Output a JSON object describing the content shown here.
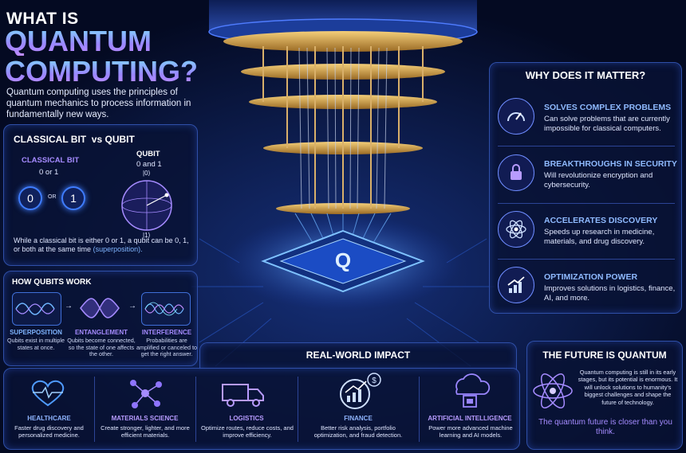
{
  "header": {
    "line1": "WHAT IS",
    "line2": "QUANTUM",
    "line3": "COMPUTING?",
    "intro": "Quantum computing uses the principles of quantum mechanics to process information in fundamentally new ways."
  },
  "compare": {
    "title_a": "CLASSICAL BIT",
    "title_vs": "vs QUBIT",
    "classical_label": "CLASSICAL BIT",
    "classical_values": "0 or 1",
    "bit_zero": "0",
    "bit_or": "OR",
    "bit_one": "1",
    "qubit_label": "QUBIT",
    "qubit_values": "0 and 1",
    "ket0": "|0⟩",
    "ket1": "|1⟩",
    "body": "While a classical bit is either 0 or 1, a qubit can be 0, 1, or both at the same time",
    "body_highlight": "(superposition)."
  },
  "how": {
    "title": "HOW QUBITS WORK",
    "items": [
      {
        "title": "SUPERPOSITION",
        "desc": "Qubits exist in multiple states at once."
      },
      {
        "title": "ENTANGLEMENT",
        "desc": "Qubits become connected, so the state of one affects the other."
      },
      {
        "title": "INTERFERENCE",
        "desc": "Probabilities are amplified or canceled to get the right answer."
      }
    ]
  },
  "why": {
    "title": "WHY DOES IT MATTER?",
    "items": [
      {
        "title": "SOLVES COMPLEX PROBLEMS",
        "desc": "Can solve problems that are currently impossible for classical computers.",
        "icon": "speedometer-icon"
      },
      {
        "title": "BREAKTHROUGHS IN SECURITY",
        "desc": "Will revolutionize encryption and cybersecurity.",
        "icon": "lock-icon"
      },
      {
        "title": "ACCELERATES DISCOVERY",
        "desc": "Speeds up research in medicine, materials, and drug discovery.",
        "icon": "atom-icon"
      },
      {
        "title": "OPTIMIZATION POWER",
        "desc": "Improves solutions in logistics, finance, AI, and more.",
        "icon": "growth-chart-icon"
      }
    ]
  },
  "impact": {
    "title": "REAL-WORLD IMPACT",
    "items": [
      {
        "title": "HEALTHCARE",
        "desc": "Faster drug discovery and personalized medicine.",
        "icon": "heart-pulse-icon"
      },
      {
        "title": "MATERIALS SCIENCE",
        "desc": "Create stronger, lighter, and more efficient materials.",
        "icon": "molecule-icon"
      },
      {
        "title": "LOGISTICS",
        "desc": "Optimize routes, reduce costs, and improve efficiency.",
        "icon": "truck-icon"
      },
      {
        "title": "FINANCE",
        "desc": "Better risk analysis, portfolio optimization, and fraud detection.",
        "icon": "finance-chart-icon"
      },
      {
        "title": "ARTIFICIAL INTELLIGENCE",
        "desc": "Power more advanced machine learning and AI models.",
        "icon": "cloud-chip-icon"
      }
    ]
  },
  "future": {
    "title": "THE FUTURE IS QUANTUM",
    "body": "Quantum computing is still in its early stages, but its potential is enormous. It will unlock solutions to humanity's biggest challenges and shape the future of technology.",
    "tagline": "The quantum future is closer than you think."
  },
  "chip": {
    "letter": "Q"
  },
  "colors": {
    "accent": "#8fb4ff",
    "violet": "#a58bff",
    "glow": "#3f7dff",
    "background": "#050b24"
  }
}
